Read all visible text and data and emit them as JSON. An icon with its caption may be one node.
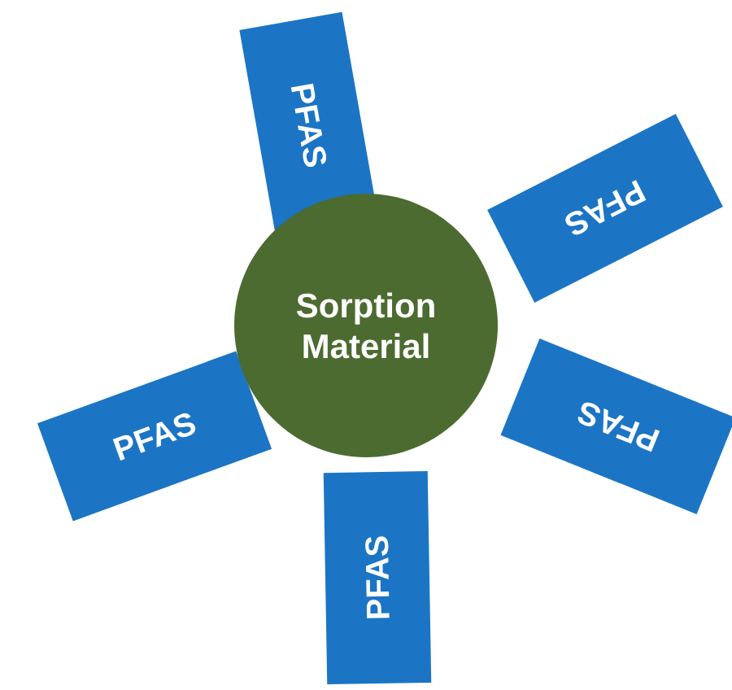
{
  "diagram": {
    "nodes": [
      {
        "text": [
          "Sorption Material"
        ]
      },
      {
        "text": [
          "PFAS"
        ]
      },
      {
        "text": [
          "PFAS"
        ]
      },
      {
        "text": [
          "PFAS"
        ]
      },
      {
        "text": [
          "PFAS"
        ]
      },
      {
        "text": [
          "PFAS"
        ]
      }
    ]
  }
}
